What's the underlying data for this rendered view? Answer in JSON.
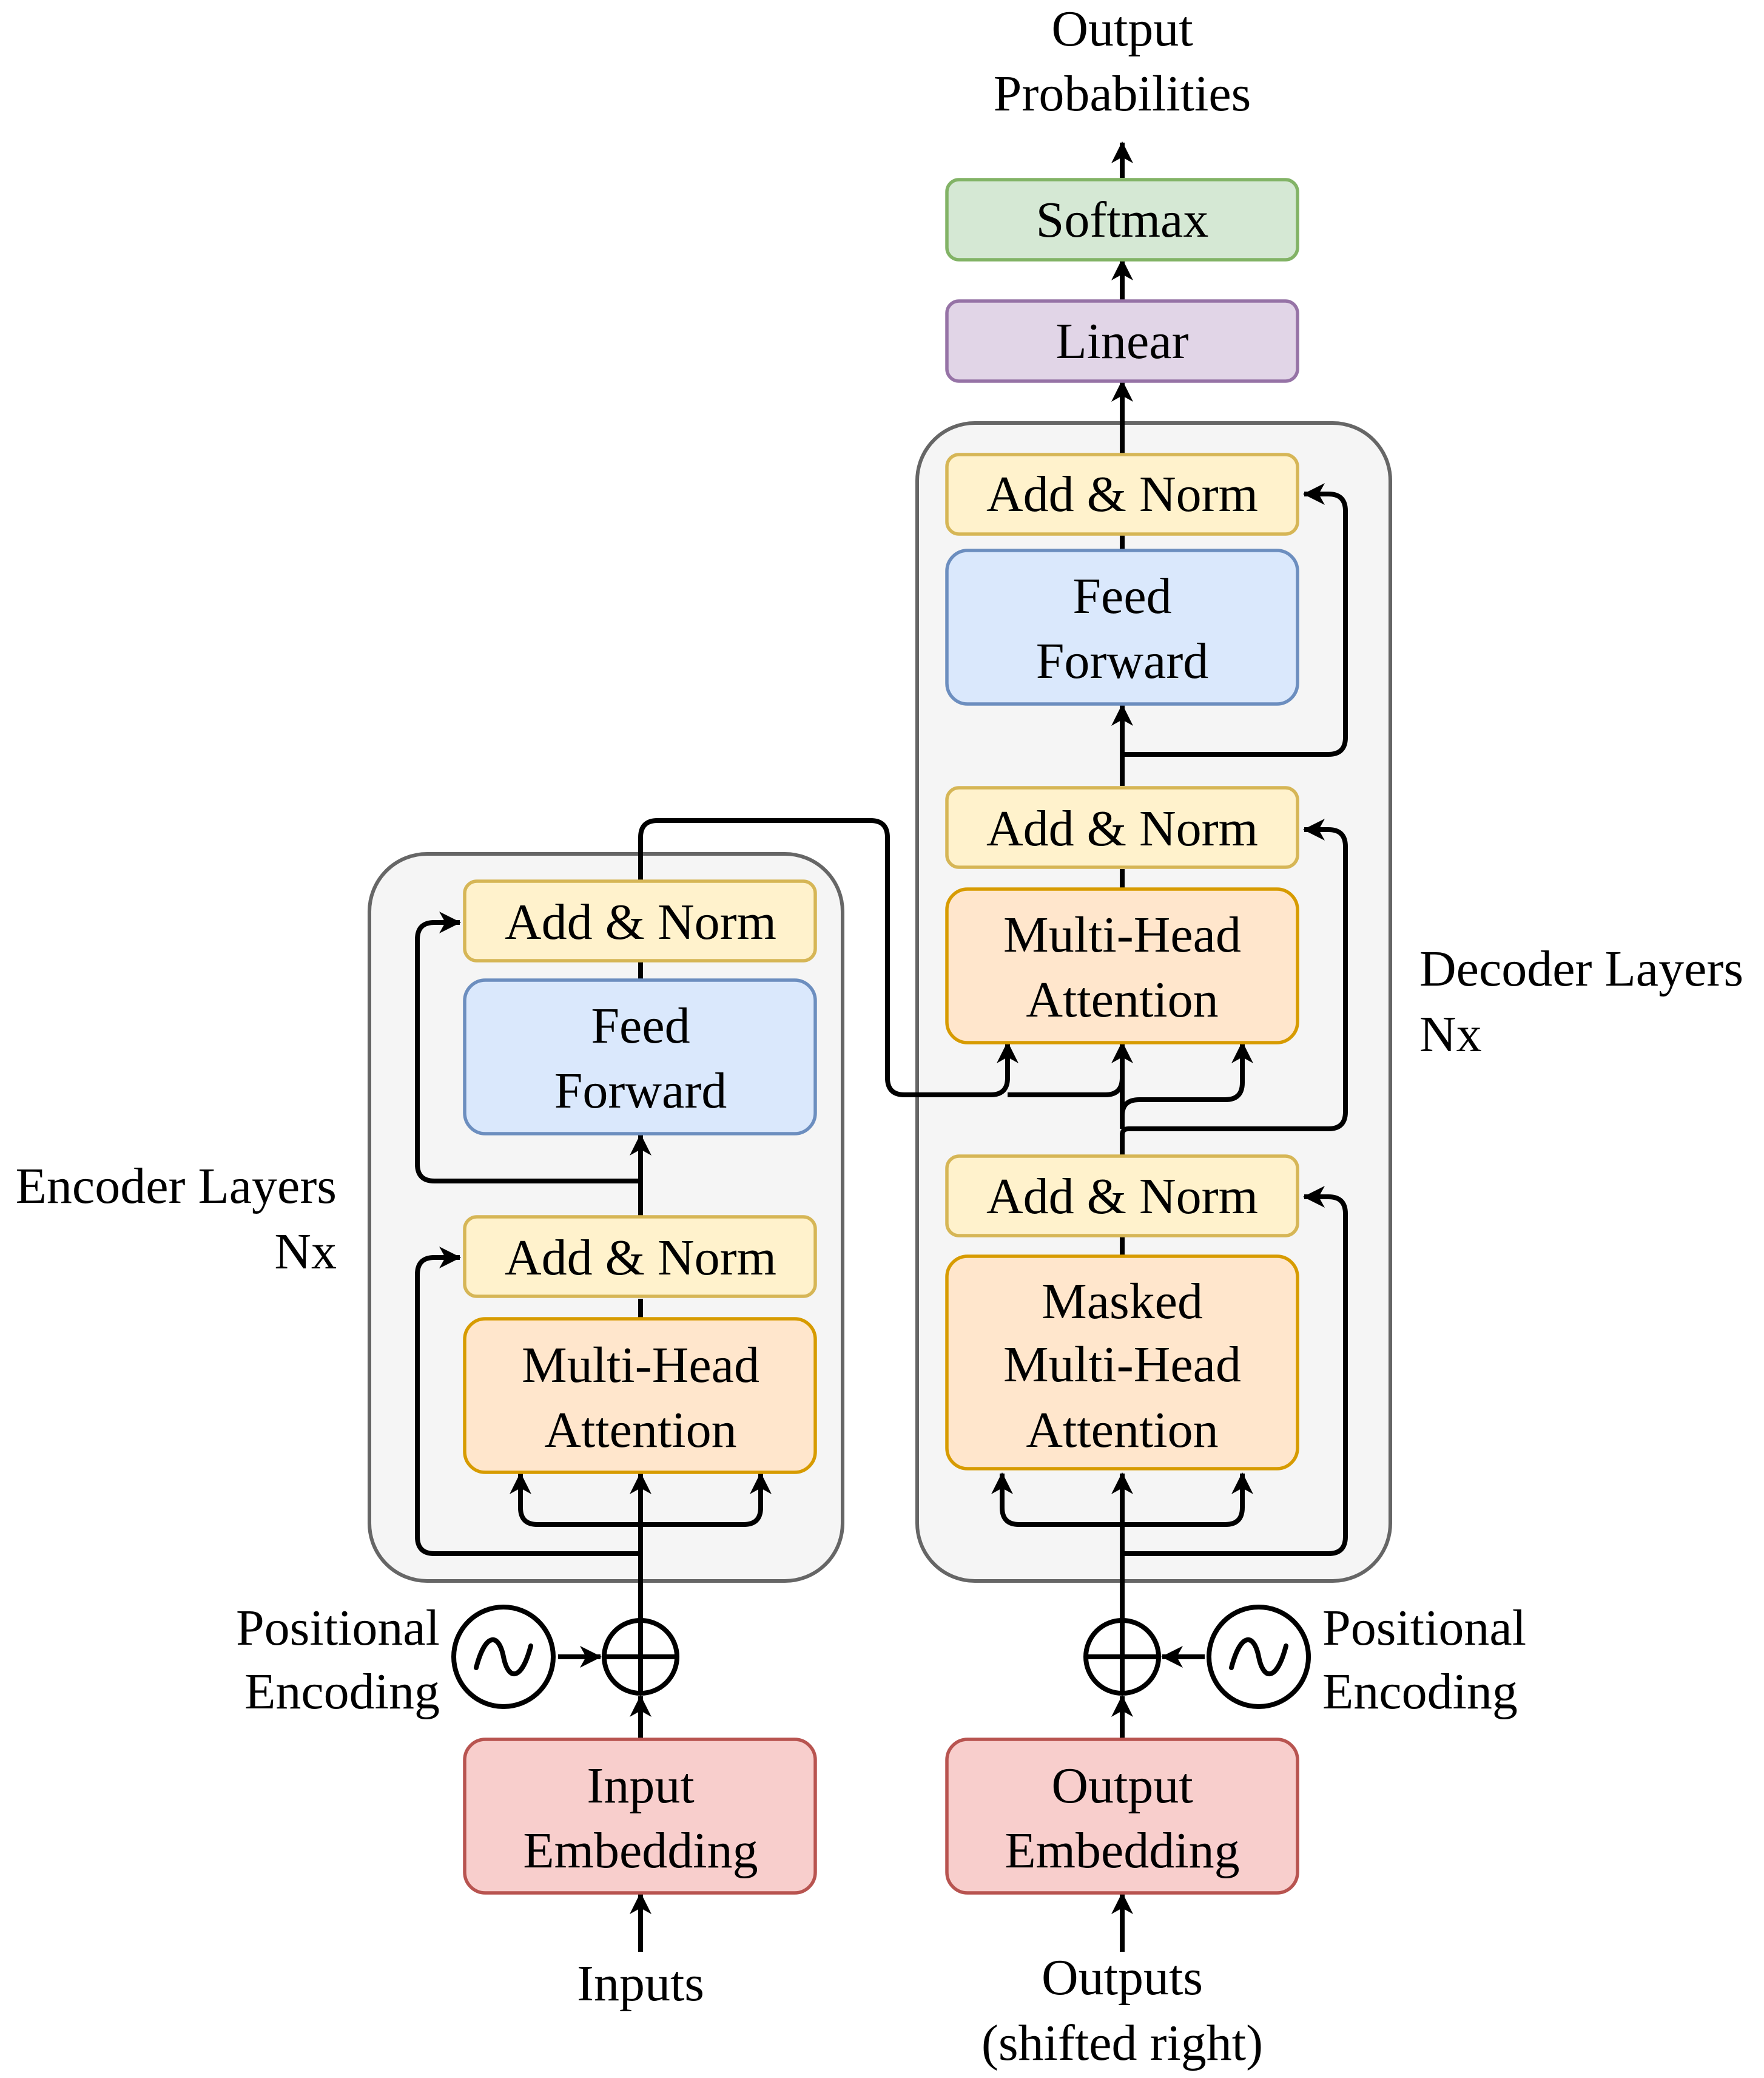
{
  "output": {
    "line1": "Output",
    "line2": "Probabilities"
  },
  "softmax": {
    "label": "Softmax"
  },
  "linear": {
    "label": "Linear"
  },
  "decoder": {
    "title_line1": "Decoder Layers",
    "title_line2": "Nx",
    "add_norm_top": "Add & Norm",
    "feed_forward_line1": "Feed",
    "feed_forward_line2": "Forward",
    "add_norm_mid": "Add & Norm",
    "cross_attention_line1": "Multi-Head",
    "cross_attention_line2": "Attention",
    "add_norm_bottom": "Add & Norm",
    "masked_attention_line1": "Masked",
    "masked_attention_line2": "Multi-Head",
    "masked_attention_line3": "Attention"
  },
  "encoder": {
    "title_line1": "Encoder Layers",
    "title_line2": "Nx",
    "add_norm_top": "Add & Norm",
    "feed_forward_line1": "Feed",
    "feed_forward_line2": "Forward",
    "add_norm_bottom": "Add & Norm",
    "attention_line1": "Multi-Head",
    "attention_line2": "Attention"
  },
  "encoder_positional": {
    "line1": "Positional",
    "line2": "Encoding"
  },
  "decoder_positional": {
    "line1": "Positional",
    "line2": "Encoding"
  },
  "input_embedding": {
    "line1": "Input",
    "line2": "Embedding"
  },
  "output_embedding": {
    "line1": "Output",
    "line2": "Embedding"
  },
  "inputs": {
    "label": "Inputs"
  },
  "outputs": {
    "line1": "Outputs",
    "line2": "(shifted right)"
  },
  "icons": {
    "sine": "sine-wave-icon",
    "plus": "circled-plus-icon"
  },
  "colors": {
    "add_norm_fill": "#fff2cc",
    "add_norm_stroke": "#d6b656",
    "feed_forward_fill": "#dae8fc",
    "feed_forward_stroke": "#6c8ebf",
    "attention_fill": "#ffe6cc",
    "attention_stroke": "#d79b00",
    "embedding_fill": "#f8cecc",
    "embedding_stroke": "#b85450",
    "linear_fill": "#e1d5e7",
    "linear_stroke": "#9673a6",
    "softmax_fill": "#d5e8d4",
    "softmax_stroke": "#82b366",
    "layer_fill": "#f5f5f5",
    "layer_stroke": "#666666"
  }
}
